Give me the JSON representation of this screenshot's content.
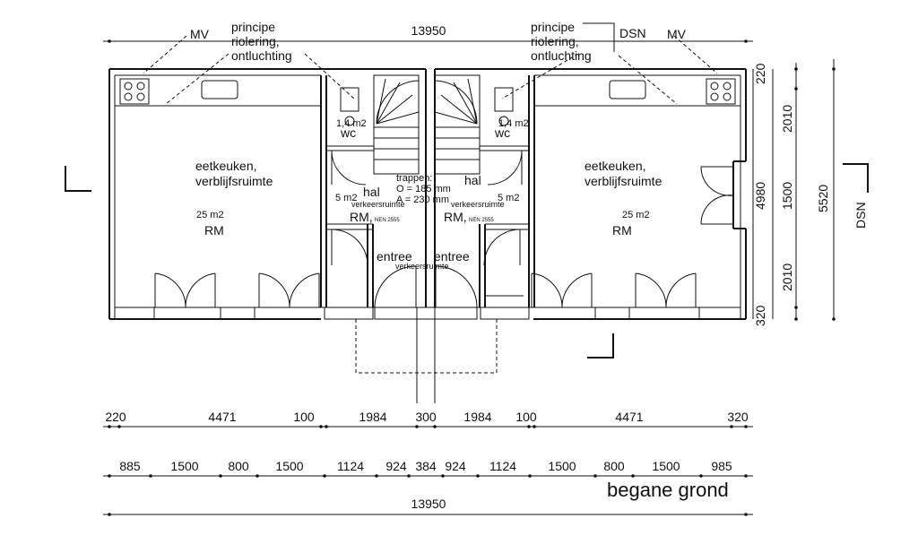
{
  "plan": {
    "title": "begane grond",
    "overall_width_top": "13950",
    "overall_width_bottom": "13950",
    "labels": {
      "principle_left": [
        "principe",
        "riolering,",
        "ontluchting"
      ],
      "principle_right": [
        "principe",
        "riolering,",
        "ontluchting"
      ],
      "mv_left": "MV",
      "mv_right": "MV",
      "dsn_top": "DSN",
      "dsn_side": "DSN",
      "stairs": [
        "trappen:",
        "O = 185 mm",
        "A = 230 mm"
      ]
    },
    "rooms": {
      "left_kitchen": {
        "name": [
          "eetkeuken,",
          "verblijfsruimte"
        ],
        "area": "25 m2",
        "code": "RM"
      },
      "right_kitchen": {
        "name": [
          "eetkeuken,",
          "verblijfsruimte"
        ],
        "area": "25 m2",
        "code": "RM"
      },
      "left_wc": {
        "area": "1,4 m2",
        "name": "wc"
      },
      "right_wc": {
        "area": "1,4 m2",
        "name": "wc"
      },
      "left_hal": {
        "name": "hal",
        "area": "5 m2",
        "sub": "verkeersruimte",
        "code": "RM,",
        "norm": "NEN 2555"
      },
      "right_hal": {
        "name": "hal",
        "area": "5 m2",
        "sub": "verkeersruimte",
        "code": "RM,",
        "norm": "NEN 2555"
      },
      "left_entree": {
        "name": "entree",
        "sub": "verkeersruimte"
      },
      "right_entree": {
        "name": "entree"
      }
    },
    "side_dims": {
      "inner": [
        "220",
        "2010",
        "1500",
        "2010",
        "320"
      ],
      "middle": "4980",
      "outer": "5520"
    },
    "dim_row_1": [
      "220",
      "4471",
      "100",
      "1984",
      "300",
      "1984",
      "100",
      "4471",
      "320"
    ],
    "dim_row_2": [
      "885",
      "1500",
      "800",
      "1500",
      "1124",
      "924",
      "384",
      "924",
      "1124",
      "1500",
      "800",
      "1500",
      "985"
    ]
  }
}
